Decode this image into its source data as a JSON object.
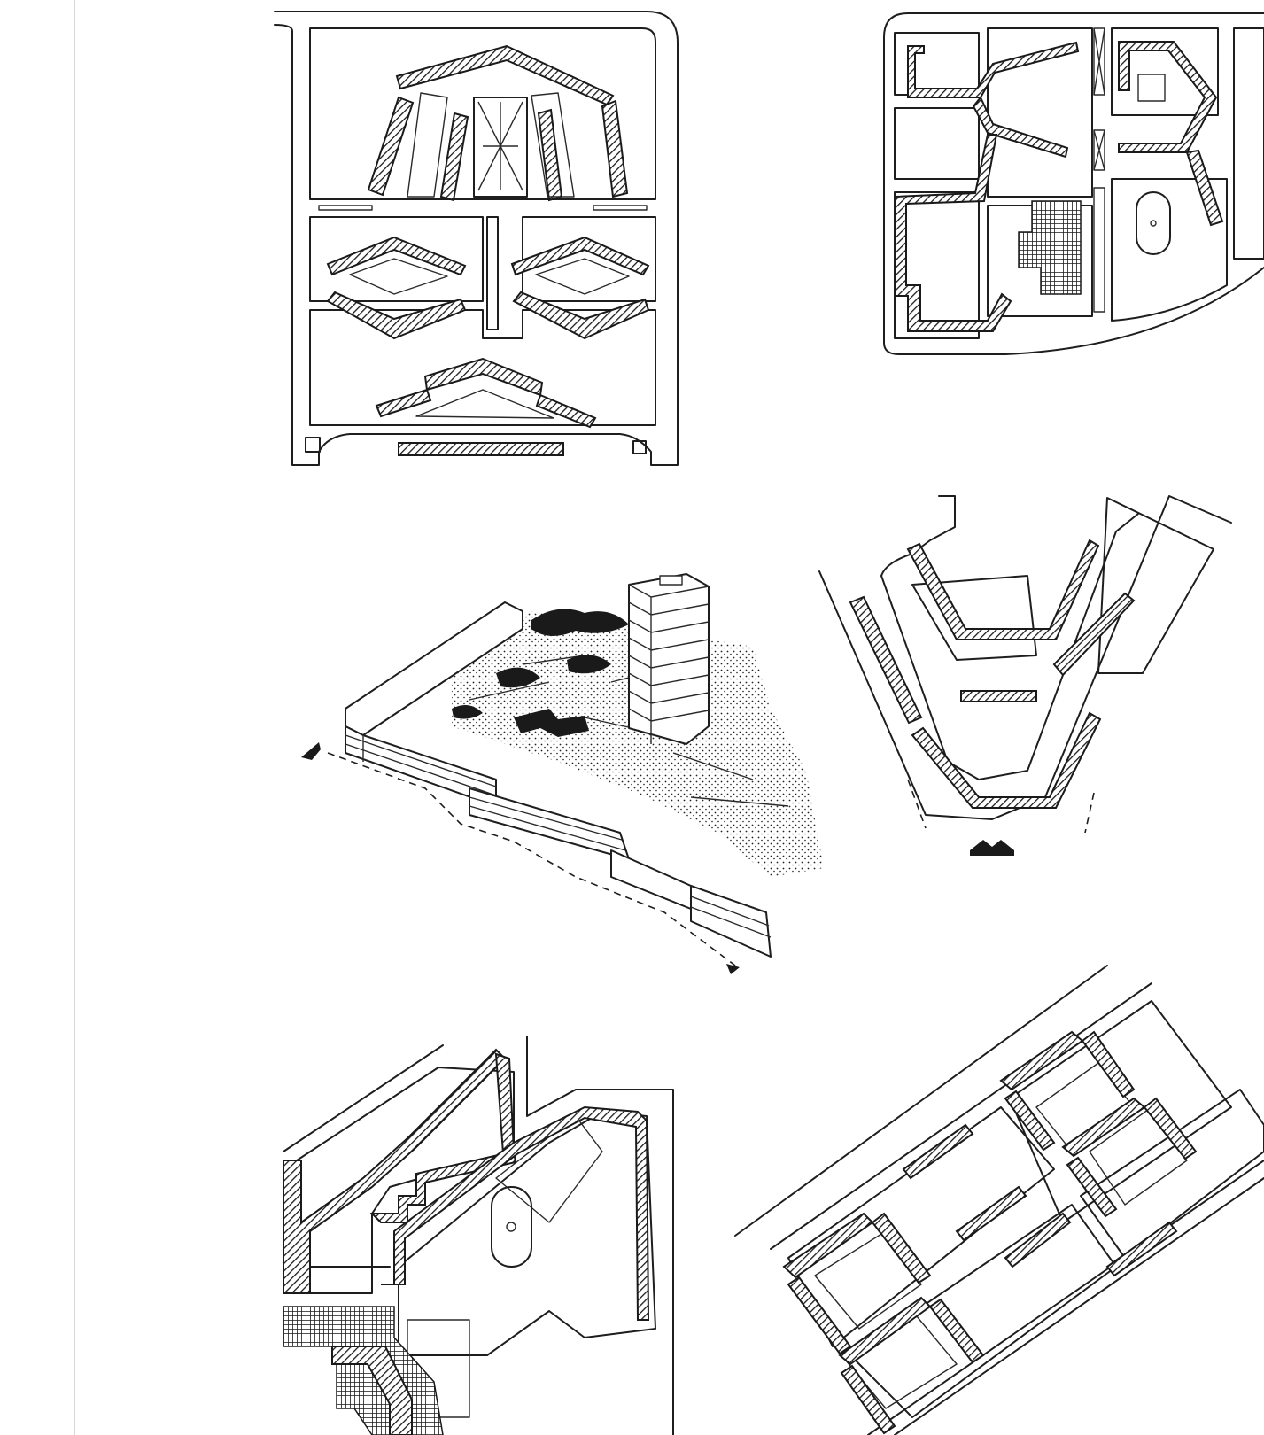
{
  "sheet": {
    "panels": [
      {
        "id": "plan-symmetric-block"
      },
      {
        "id": "plan-hexagonal-block"
      },
      {
        "id": "axonometric-perimeter-block"
      },
      {
        "id": "plan-v-shaped-block"
      },
      {
        "id": "plan-angular-block"
      },
      {
        "id": "plan-diagonal-courtyards"
      }
    ],
    "colors": {
      "ink": "#1a1a1a",
      "paper": "#ffffff"
    }
  }
}
